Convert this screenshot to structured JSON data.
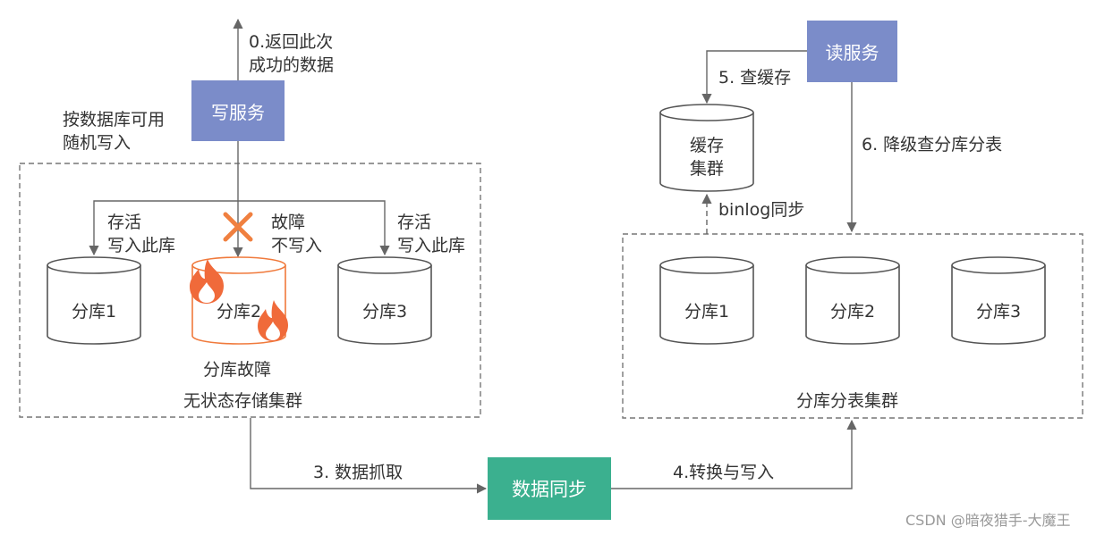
{
  "write_service": {
    "label": "写服务",
    "color": "#7b8cc9"
  },
  "read_service": {
    "label": "读服务",
    "color": "#7b8cc9"
  },
  "data_sync": {
    "label": "数据同步",
    "color": "#3bb08f"
  },
  "labels": {
    "return_data": "0.返回此次\n成功的数据",
    "random_write": "按数据库可用\n随机写入",
    "alive_left": "存活\n写入此库",
    "fault_no_write": "故障\n不写入",
    "alive_right": "存活\n写入此库",
    "shard_fault": "分库故障",
    "stateless_cluster": "无状态存储集群",
    "fetch": "3. 数据抓取",
    "transform": "4.转换与写入",
    "query_cache": "5. 查缓存",
    "degrade": "6. 降级查分库分表",
    "binlog": "binlog同步",
    "sharded_cluster": "分库分表集群"
  },
  "left_shards": [
    "分库1",
    "分库2",
    "分库3"
  ],
  "right_shards": [
    "分库1",
    "分库2",
    "分库3"
  ],
  "cache": "缓存\n集群",
  "watermark": "CSDN @暗夜猎手-大魔王",
  "colors": {
    "line": "#666666",
    "fault": "#f07a3c",
    "cross": "#f08040"
  }
}
